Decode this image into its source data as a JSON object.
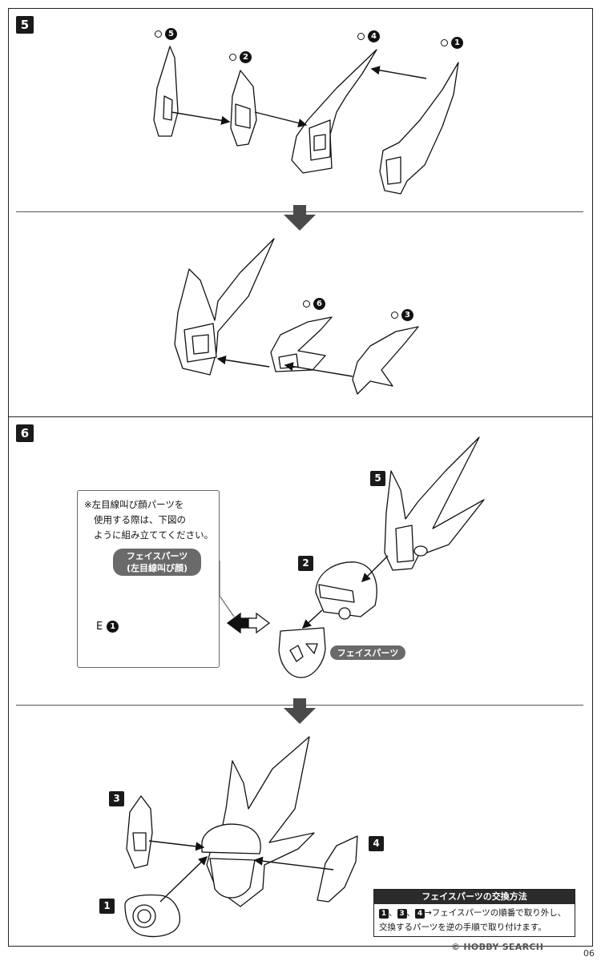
{
  "steps": [
    {
      "number": "5"
    },
    {
      "number": "6"
    }
  ],
  "step5_top_labels": [
    {
      "prefix": "O",
      "num": "5"
    },
    {
      "prefix": "O",
      "num": "2"
    },
    {
      "prefix": "O",
      "num": "4"
    },
    {
      "prefix": "O",
      "num": "1"
    }
  ],
  "step5_bottom_labels": [
    {
      "prefix": "O",
      "num": "6"
    },
    {
      "prefix": "O",
      "num": "3"
    }
  ],
  "step6": {
    "note_lines": [
      "※左目線叫び顔パーツを",
      "使用する際は、下図の",
      "ように組み立ててください。"
    ],
    "note_pill_lines": [
      "フェイスパーツ",
      "(左目線叫び顔)"
    ],
    "note_part_label": {
      "prefix": "E",
      "num": "1"
    },
    "face_parts_label": "フェイスパーツ",
    "assembly_badges": [
      "5",
      "2"
    ],
    "bottom_badges": [
      "3",
      "1",
      "4"
    ]
  },
  "exchange_box": {
    "title": "フェイスパーツの交換方法",
    "line1_nums": [
      "1",
      "3",
      "4"
    ],
    "line1_text": "→フェイスパーツの順番で取り外し、",
    "line2_text": "交換するパーツを逆の手順で取り付けます。"
  },
  "watermark": "© HOBBY SEARCH",
  "page_number": "06"
}
